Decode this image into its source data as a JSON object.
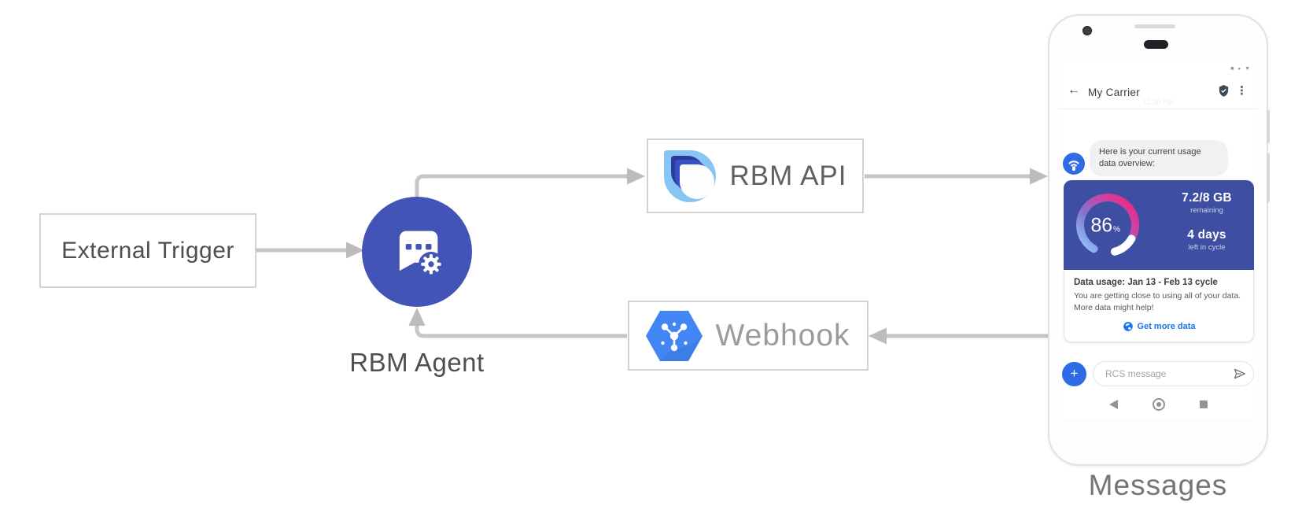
{
  "diagram": {
    "external_trigger_label": "External Trigger",
    "rbm_agent_label": "RBM Agent",
    "rbm_api_label": "RBM API",
    "webhook_label": "Webhook",
    "phone_caption": "Messages"
  },
  "phone": {
    "status_icons": [
      "■",
      "●",
      "▼"
    ],
    "header": {
      "back_icon": "←",
      "title": "My Carrier",
      "timestamp": "12:30 PM",
      "verified_icon": "shield-check",
      "menu_icon": "⋮"
    },
    "chat": {
      "bubble_text": "Here is your current usage data overview:"
    },
    "usage_card": {
      "percent_value": "86",
      "percent_sign": "%",
      "remaining_value": "7.2/8 GB",
      "remaining_label": "remaining",
      "days_value": "4 days",
      "days_label": "left in cycle",
      "title": "Data usage: Jan 13 - Feb 13 cycle",
      "body": "You are getting close to using all of your data. More data might help!",
      "link_label": "Get more data"
    },
    "compose": {
      "plus_icon": "+",
      "placeholder": "RCS message",
      "send_icon": "paper-plane"
    },
    "nav": {
      "back": "triangle-left",
      "home": "circle",
      "recents": "square"
    }
  },
  "colors": {
    "agent_circle": "#4254b5",
    "usage_card_bg": "#3e4fa3",
    "chat_avatar_blue": "#2e6be5",
    "link_blue": "#1a73e8",
    "hexagon_blue": "#4285f4",
    "rbm_logo_light_blue": "#87c5f3",
    "gauge_gradient_start": "#8fbdf6",
    "gauge_gradient_end": "#f02782",
    "arrow_gray": "#c6c6c6"
  }
}
